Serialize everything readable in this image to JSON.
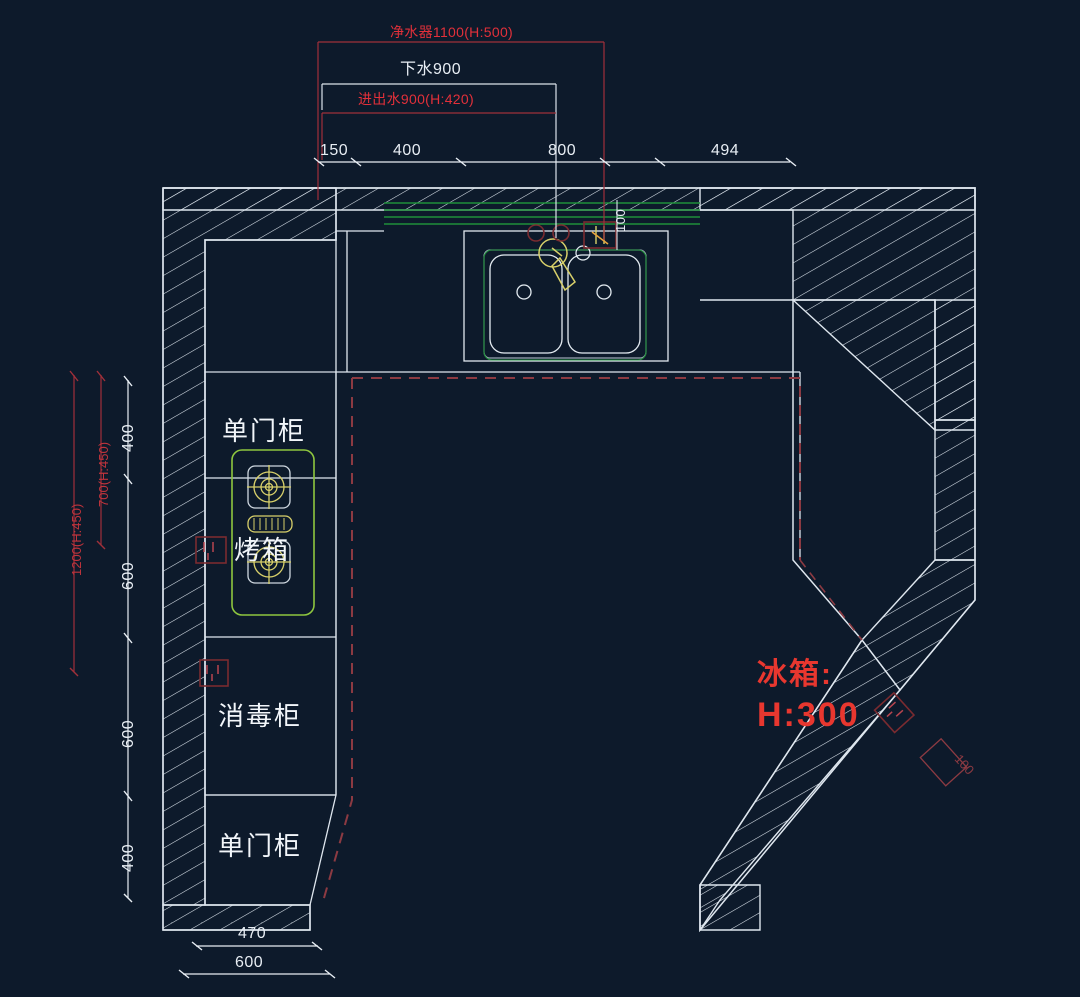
{
  "drawing": {
    "title": "Kitchen CAD Floor Plan",
    "background_color": "#0d1a2b",
    "colors": {
      "wall": "#dfe7ef",
      "dimension_white": "#e8eef4",
      "dimension_red": "#e2303a",
      "counter_green": "#1f8f3a",
      "fixture_yellow": "#d8d06a",
      "outlet_red": "#7a2b30",
      "dashed_red": "#8c3a42",
      "fridge_label": "#e8372f"
    }
  },
  "top_dimensions": {
    "chain": [
      {
        "value": "150",
        "label": "150"
      },
      {
        "value": "400",
        "label": "400"
      },
      {
        "value": "800",
        "label": "800"
      },
      {
        "value": "494",
        "label": "494"
      }
    ],
    "annotations": [
      {
        "text": "净水器1100(H:500)",
        "color": "red",
        "name": "water-purifier-dim"
      },
      {
        "text": "下水900",
        "color": "white",
        "name": "drain-dim"
      },
      {
        "text": "进出水900(H:420)",
        "color": "red",
        "name": "water-inlet-outlet-dim"
      }
    ]
  },
  "left_dimensions": {
    "chain": [
      {
        "value": "400",
        "label": "400"
      },
      {
        "value": "600",
        "label": "600"
      },
      {
        "value": "600",
        "label": "600"
      },
      {
        "value": "400",
        "label": "400"
      }
    ],
    "red_chain": [
      {
        "text": "1200(H:450)",
        "name": "outlet-height-dim-1200"
      },
      {
        "text": "700(H:450)",
        "name": "outlet-height-dim-700"
      }
    ]
  },
  "bottom_dimensions": {
    "chain": [
      {
        "value": "470",
        "label": "470"
      },
      {
        "value": "600",
        "label": "600"
      }
    ]
  },
  "cabinets": [
    {
      "id": "upper-single-door",
      "label": "单门柜"
    },
    {
      "id": "oven",
      "label": "烤箱"
    },
    {
      "id": "sterilizer",
      "label": "消毒柜"
    },
    {
      "id": "lower-single-door",
      "label": "单门柜"
    }
  ],
  "fridge": {
    "line1": "冰箱:",
    "line2": "H:300",
    "outlet_dim": "100"
  },
  "sink": {
    "name": "double-bowl-sink",
    "faucet": "mixer-faucet",
    "outlet_dim": "100"
  },
  "icons": {
    "outlet": "power-outlet-icon",
    "burner": "gas-burner-icon",
    "faucet": "faucet-icon",
    "hatch": "wall-hatch-pattern"
  }
}
